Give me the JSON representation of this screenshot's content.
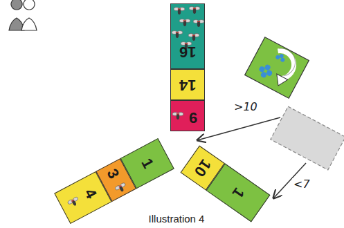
{
  "diagram": {
    "caption": "Illustration 4",
    "nodes": [
      {
        "text": [
          "16"
        ]
      },
      {
        "text": [
          "14"
        ]
      },
      {
        "text": [
          "9"
        ]
      },
      {
        "text": [
          "4"
        ]
      },
      {
        "text": [
          "3"
        ]
      },
      {
        "text": [
          "1"
        ]
      },
      {
        "text": [
          "10"
        ]
      },
      {
        "text": [
          "1"
        ]
      }
    ],
    "labels": [
      ">10",
      "<7"
    ]
  }
}
